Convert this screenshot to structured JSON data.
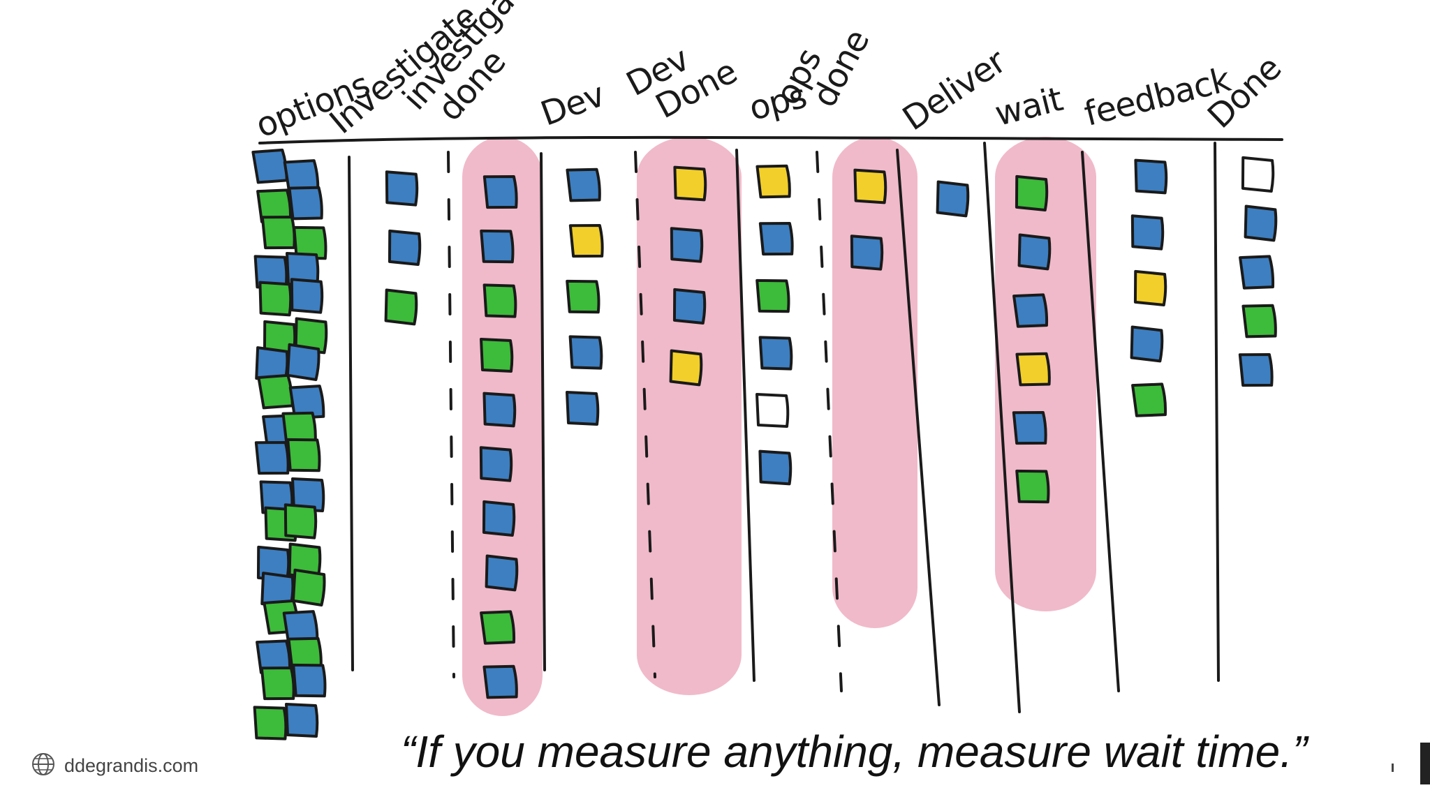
{
  "columns": [
    {
      "id": "options",
      "label": "options",
      "label2": ""
    },
    {
      "id": "investigate",
      "label": "Investigate",
      "label2": ""
    },
    {
      "id": "investigate-done",
      "label": "investigate",
      "label2": "done"
    },
    {
      "id": "dev",
      "label": "Dev",
      "label2": ""
    },
    {
      "id": "dev-done",
      "label": "Dev",
      "label2": "Done"
    },
    {
      "id": "ops",
      "label": "ops",
      "label2": ""
    },
    {
      "id": "ops-done",
      "label": "ops",
      "label2": "done"
    },
    {
      "id": "deliver",
      "label": "Deliver",
      "label2": ""
    },
    {
      "id": "wait",
      "label": "wait",
      "label2": ""
    },
    {
      "id": "feedback",
      "label": "feedback",
      "label2": ""
    },
    {
      "id": "done",
      "label": "Done",
      "label2": ""
    }
  ],
  "highlighted_columns": [
    "investigate-done",
    "dev-done",
    "ops-done",
    "wait"
  ],
  "cards": {
    "options": [
      "blue",
      "blue",
      "green",
      "blue",
      "green",
      "green",
      "blue",
      "blue",
      "green",
      "blue",
      "green",
      "green",
      "blue",
      "blue",
      "green",
      "blue",
      "blue",
      "green",
      "blue",
      "green",
      "blue",
      "blue",
      "green",
      "green",
      "blue",
      "green",
      "blue",
      "green",
      "green",
      "blue",
      "blue",
      "green",
      "green",
      "blue",
      "green",
      "blue"
    ],
    "investigate": [
      "blue",
      "blue",
      "green"
    ],
    "investigate-done": [
      "blue",
      "blue",
      "green",
      "green",
      "blue",
      "blue",
      "blue",
      "blue",
      "green",
      "blue"
    ],
    "dev": [
      "blue",
      "yellow",
      "green",
      "blue",
      "blue"
    ],
    "dev-done": [
      "yellow",
      "blue",
      "blue",
      "yellow"
    ],
    "ops": [
      "yellow",
      "blue",
      "green",
      "blue",
      "empty",
      "blue"
    ],
    "ops-done": [
      "yellow",
      "blue"
    ],
    "deliver": [
      "blue"
    ],
    "wait": [
      "green",
      "blue",
      "blue",
      "yellow",
      "blue",
      "green"
    ],
    "feedback": [
      "blue",
      "blue",
      "yellow",
      "blue",
      "green"
    ],
    "done": [
      "empty",
      "blue",
      "blue",
      "green",
      "blue"
    ]
  },
  "colors": {
    "blue": "#3d7fc1",
    "green": "#3dbb3a",
    "yellow": "#f2cf2a",
    "pink": "#eaa0b6",
    "ink": "#1a1a1a"
  },
  "footer": {
    "site": "ddegrandis.com",
    "quote": "“If you measure anything, measure wait time.”"
  }
}
